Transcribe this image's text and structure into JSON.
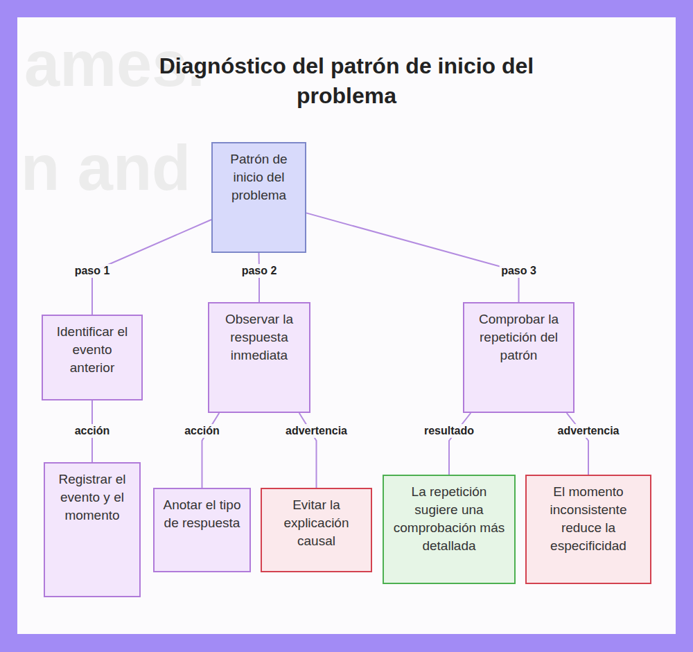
{
  "diagram": {
    "title": "Diagnóstico del patrón de inicio del problema",
    "nodes": [
      {
        "text": [
          "Patrón de inicio del problema"
        ]
      },
      {
        "text": [
          "Identificar el evento anterior"
        ]
      },
      {
        "text": [
          "Observar la respuesta inmediata"
        ]
      },
      {
        "text": [
          "Comprobar la repetición del patrón"
        ]
      },
      {
        "text": [
          "Registrar el evento y el momento"
        ]
      },
      {
        "text": [
          "Anotar el tipo de respuesta"
        ]
      },
      {
        "text": [
          "Evitar la explicación causal"
        ]
      },
      {
        "text": [
          "La repetición sugiere una comprobación más detallada"
        ]
      },
      {
        "text": [
          "El momento inconsistente reduce la especificidad"
        ]
      }
    ],
    "edges": [
      {
        "from": 0,
        "to": 1,
        "label": "paso 1",
        "arrow": "none"
      },
      {
        "from": 0,
        "to": 2,
        "label": "paso 2",
        "arrow": "none"
      },
      {
        "from": 0,
        "to": 3,
        "label": "paso 3",
        "arrow": "none"
      },
      {
        "from": 1,
        "to": 4,
        "label": "acción",
        "arrow": "none"
      },
      {
        "from": 2,
        "to": 5,
        "label": "acción",
        "arrow": "none"
      },
      {
        "from": 2,
        "to": 6,
        "label": "advertencia",
        "arrow": "none"
      },
      {
        "from": 3,
        "to": 7,
        "label": "resultado",
        "arrow": "none"
      },
      {
        "from": 3,
        "to": 8,
        "label": "advertencia",
        "arrow": "none"
      }
    ],
    "labels": [
      "ames.",
      "n and"
    ]
  }
}
